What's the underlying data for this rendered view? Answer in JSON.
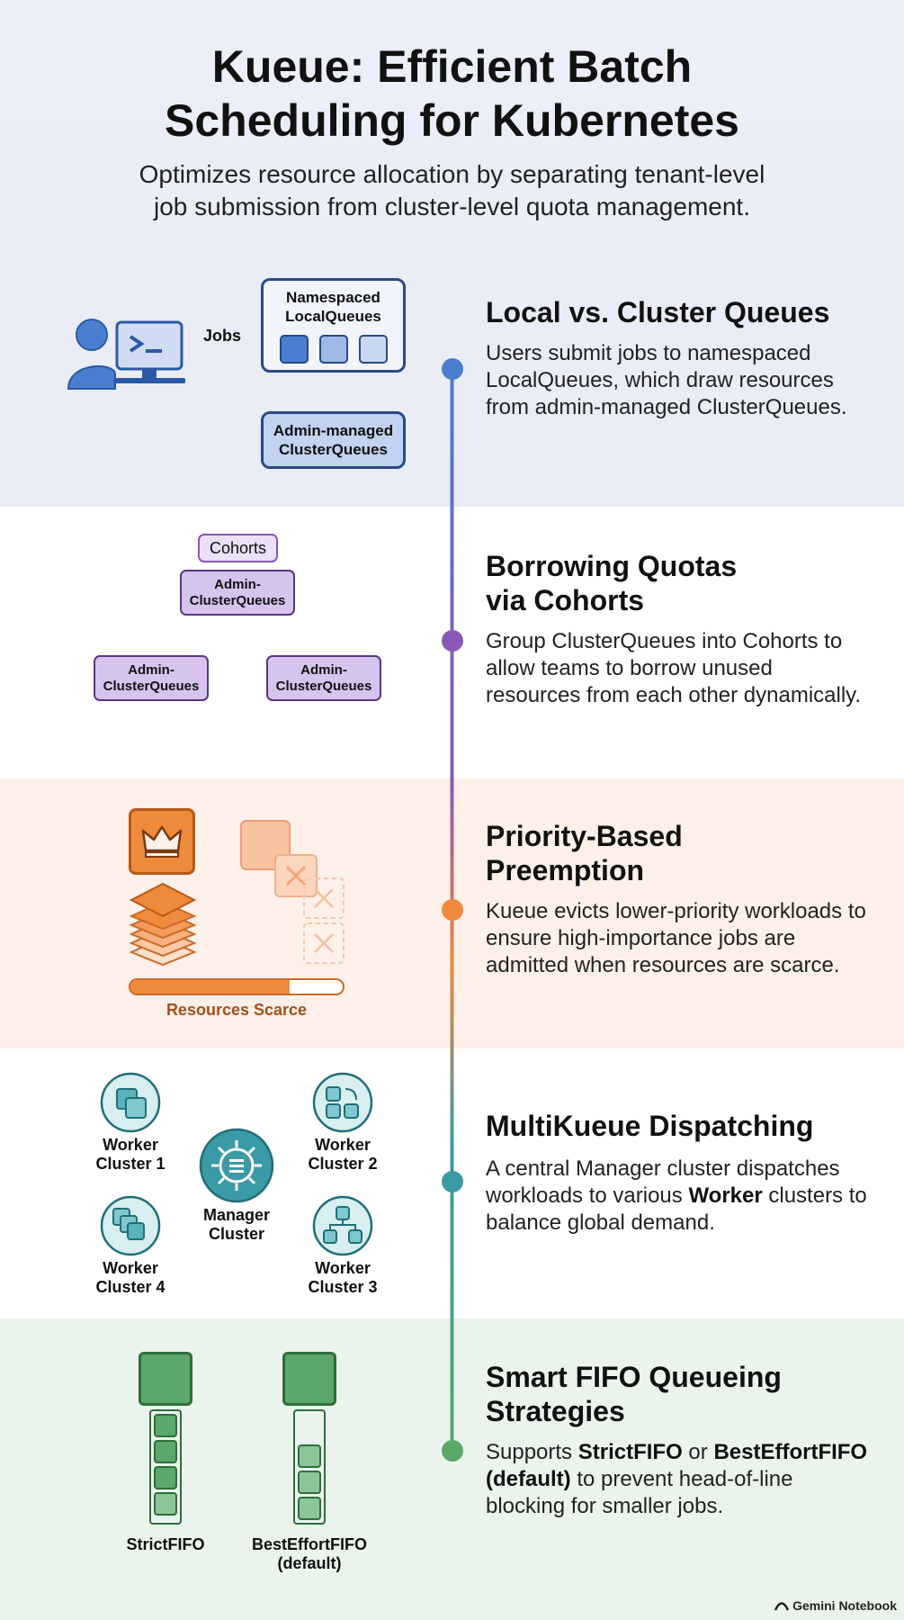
{
  "header": {
    "title_line1": "Kueue: Efficient Batch",
    "title_line2": "Scheduling for Kubernetes",
    "subtitle_line1": "Optimizes resource allocation by separating tenant-level",
    "subtitle_line2": "job submission from cluster-level quota management."
  },
  "sections": [
    {
      "title": [
        "Local vs. Cluster Queues"
      ],
      "body": "Users submit jobs to namespaced LocalQueues, which draw resources from admin-managed ClusterQueues.",
      "color": "#4a7fd0",
      "diagram": {
        "jobs_label": "Jobs",
        "local_queue_label": [
          "Namespaced",
          "LocalQueues"
        ],
        "cluster_queue_label": [
          "Admin-managed",
          "ClusterQueues"
        ]
      }
    },
    {
      "title": [
        "Borrowing Quotas",
        "via Cohorts"
      ],
      "body": "Group ClusterQueues into Cohorts to allow teams to borrow unused resources from each other dynamically.",
      "color": "#8a58b5",
      "diagram": {
        "cohorts_label": "Cohorts",
        "node_label": [
          "Admin-",
          "ClusterQueues"
        ]
      }
    },
    {
      "title": [
        "Priority-Based",
        "Preemption"
      ],
      "body": "Kueue evicts lower-priority workloads to ensure high-importance jobs are admitted when resources are scarce.",
      "color": "#ee8a3c",
      "diagram": {
        "resources_label": "Resources Scarce",
        "resource_level": 0.75
      }
    },
    {
      "title": [
        "MultiKueue Dispatching"
      ],
      "body_parts": [
        "A central Manager cluster dispatches workloads to various ",
        "Worker",
        " clusters to balance global demand."
      ],
      "color": "#3a9aa5",
      "diagram": {
        "manager_label": [
          "Manager",
          "Cluster"
        ],
        "workers": [
          [
            "Worker",
            "Cluster 1"
          ],
          [
            "Worker",
            "Cluster 2"
          ],
          [
            "Worker",
            "Cluster 4"
          ],
          [
            "Worker",
            "Cluster 3"
          ]
        ]
      }
    },
    {
      "title": [
        "Smart FIFO Queueing",
        "Strategies"
      ],
      "body_parts": [
        "Supports ",
        "StrictFIFO",
        " or ",
        "BestEffortFIFO (default)",
        " to prevent head-of-line blocking for smaller jobs."
      ],
      "color": "#5aa86a",
      "diagram": {
        "strict_label": "StrictFIFO",
        "besteffort_label": [
          "BestEffortFIFO",
          "(default)"
        ]
      }
    }
  ],
  "footer": {
    "brand": "Gemini Notebook"
  },
  "colors": {
    "blue": "#4a7fd0",
    "purple": "#8a58b5",
    "orange": "#ee8a3c",
    "teal": "#3a9aa5",
    "green": "#5aa86a"
  }
}
